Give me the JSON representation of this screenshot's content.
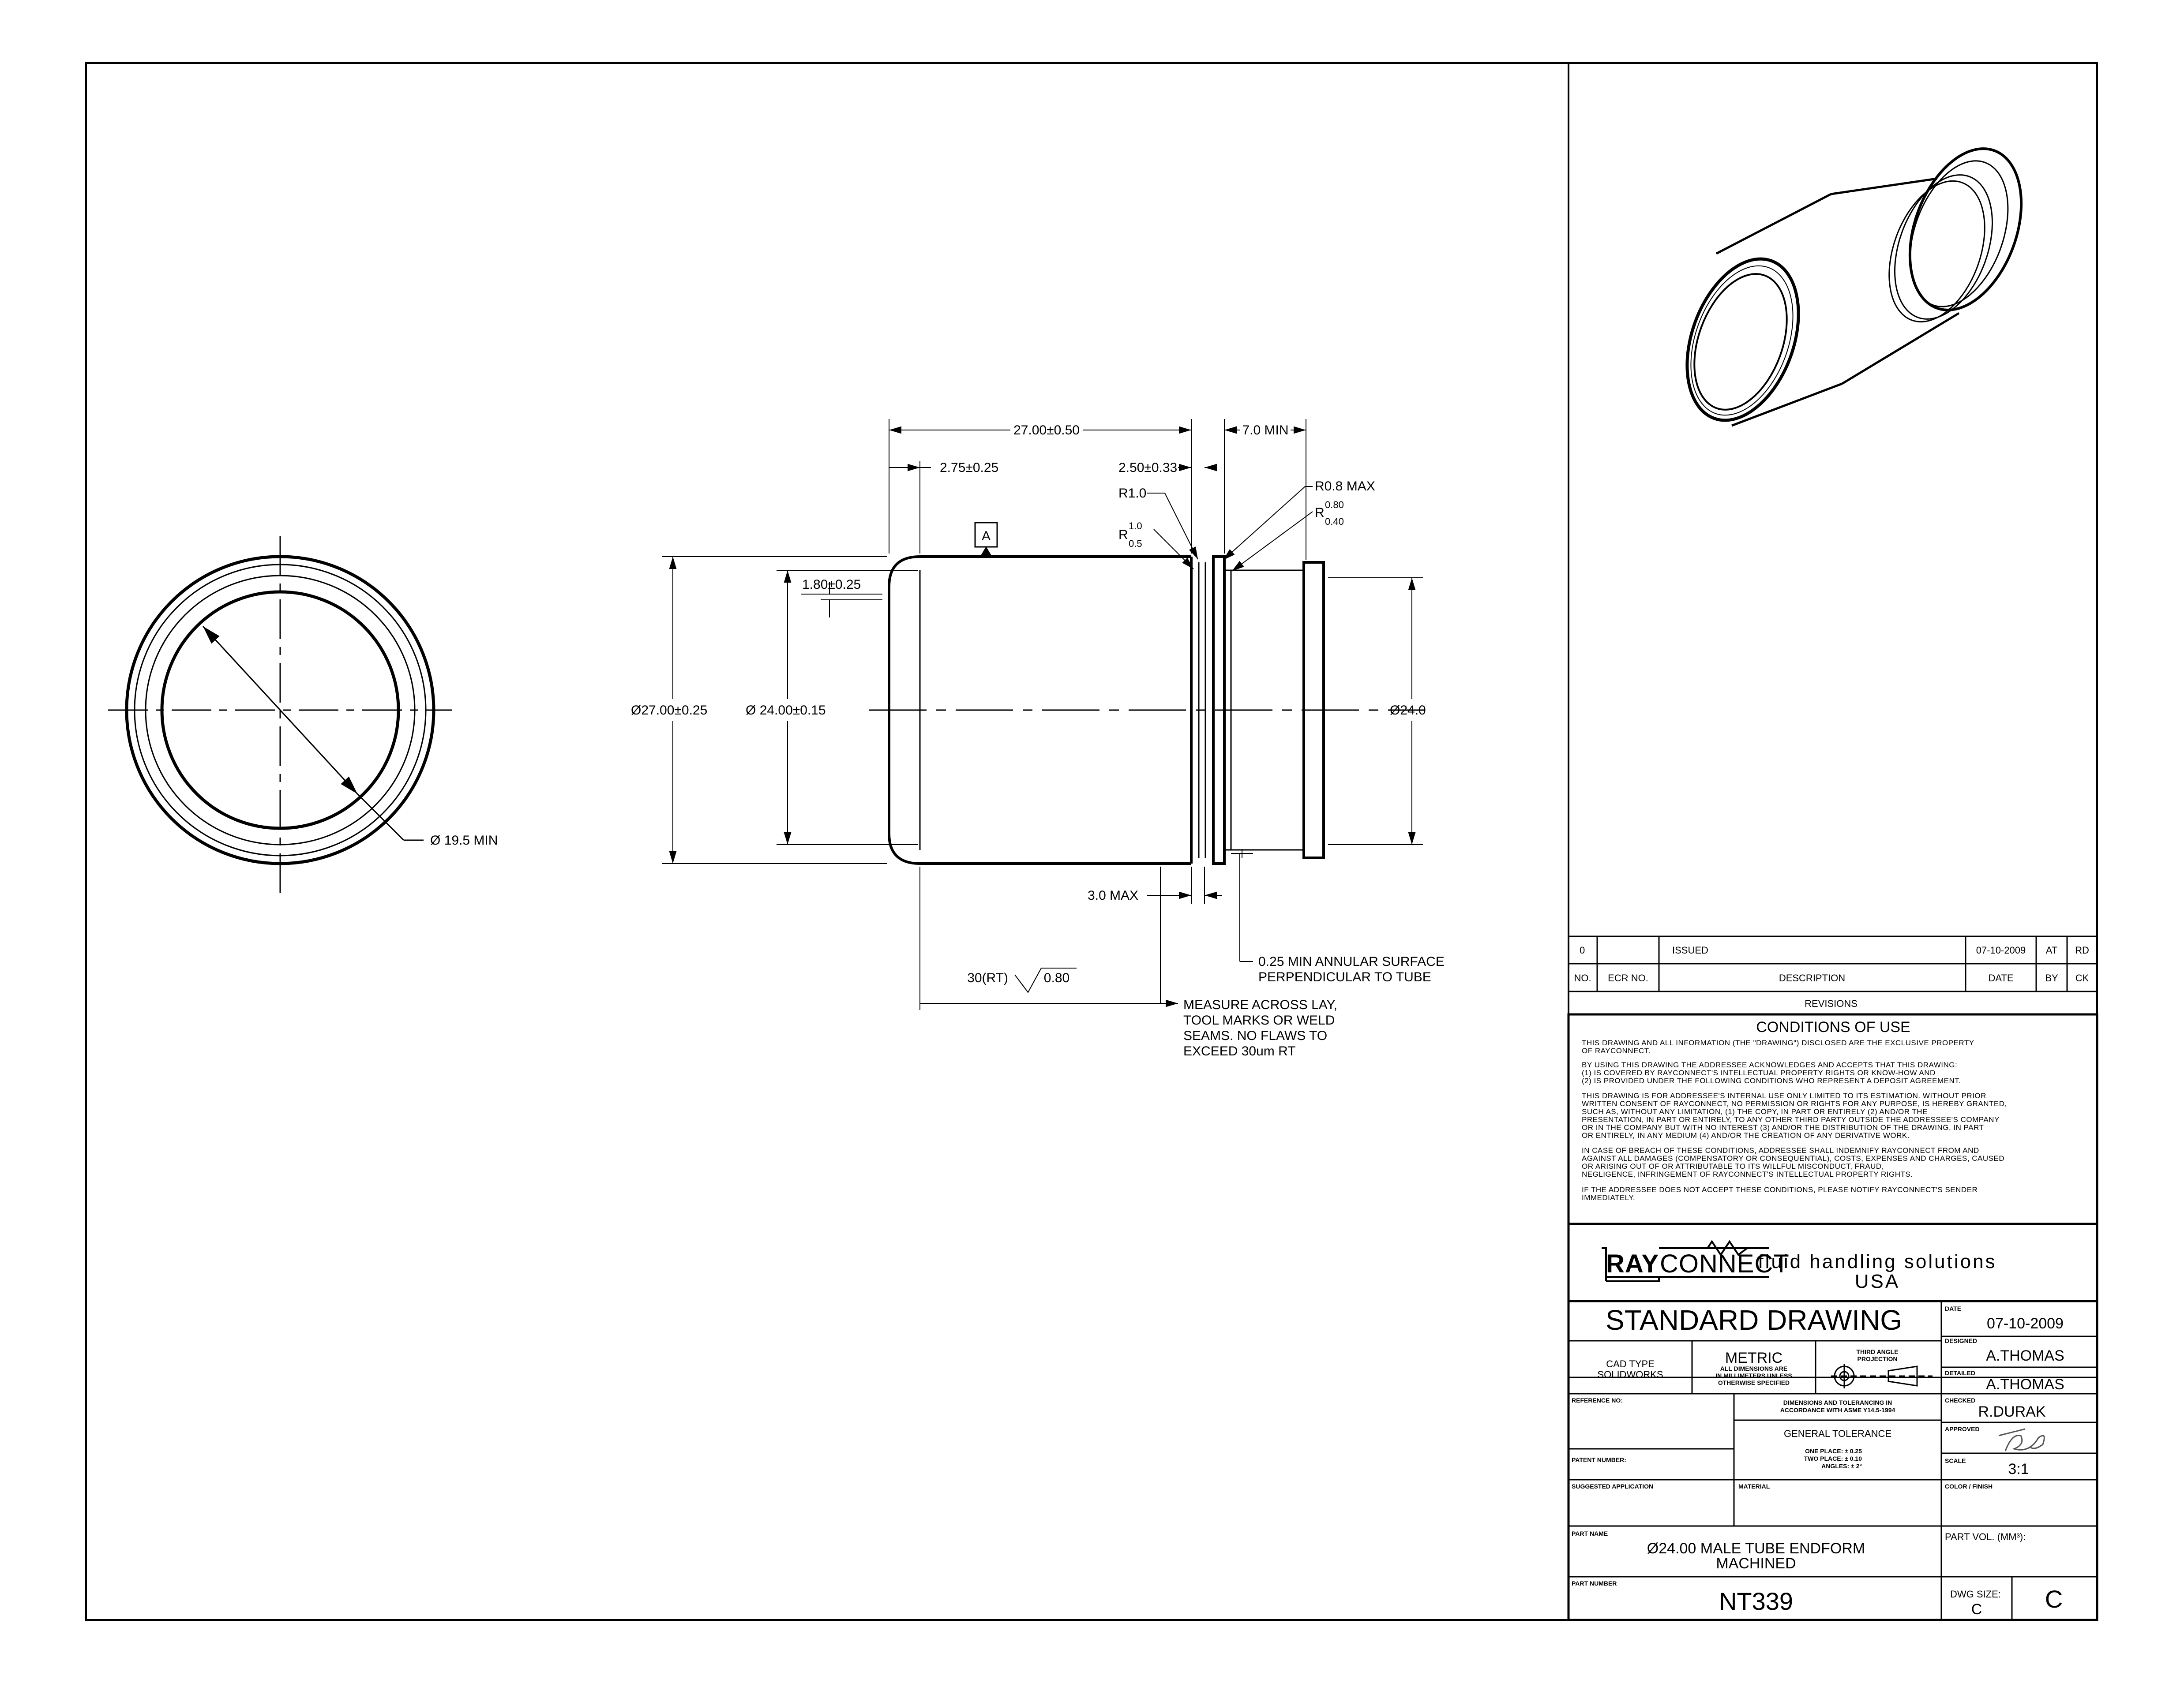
{
  "drawing": {
    "datum": "A",
    "dimensions": {
      "overall_length": "27.00±0.50",
      "flange_thickness": "7.0 MIN",
      "lead_length": "2.75±0.25",
      "groove_pos": "2.50±0.33",
      "radius_1": "R1.0",
      "radius_2_base": "R",
      "radius_2_upper": "1.0",
      "radius_2_lower": "0.5",
      "radius_3": "R0.8 MAX",
      "radius_4_base": "R",
      "radius_4_upper": "0.80",
      "radius_4_lower": "0.40",
      "chamfer": "1.80±0.25",
      "outer_dia": "27.00±0.25",
      "tube_dia": "24.00±0.15",
      "flange_dia": "24.0",
      "bore_dia": "19.5 MIN",
      "max_gap": "3.0 MAX",
      "finish": "30(RT)",
      "finish_value": "0.80",
      "diameter_symbol": "Ø"
    },
    "notes": {
      "annular_1": "0.25 MIN ANNULAR SURFACE",
      "annular_2": "PERPENDICULAR TO TUBE",
      "lay_1": "MEASURE ACROSS LAY,",
      "lay_2": "TOOL MARKS OR WELD",
      "lay_3": "SEAMS. NO FLAWS TO",
      "lay_4": "EXCEED 30um RT"
    }
  },
  "revisions": {
    "row": {
      "no": "0",
      "ecr": "",
      "description": "ISSUED",
      "date": "07-10-2009",
      "by": "AT",
      "ck": "RD"
    },
    "headers": {
      "no": "NO.",
      "ecr": "ECR NO.",
      "description": "DESCRIPTION",
      "date": "DATE",
      "by": "BY",
      "ck": "CK"
    },
    "title": "REVISIONS"
  },
  "conditions": {
    "title": "CONDITIONS OF USE",
    "lines": [
      "THIS DRAWING AND ALL INFORMATION (THE \"DRAWING\") DISCLOSED ARE THE EXCLUSIVE PROPERTY",
      "OF RAYCONNECT.",
      "BY USING THIS DRAWING THE ADDRESSEE ACKNOWLEDGES AND ACCEPTS THAT THIS DRAWING:",
      "(1) IS COVERED BY RAYCONNECT'S INTELLECTUAL PROPERTY RIGHTS OR KNOW-HOW AND",
      "(2) IS PROVIDED UNDER THE FOLLOWING CONDITIONS WHO REPRESENT A DEPOSIT AGREEMENT.",
      "THIS DRAWING IS FOR ADDRESSEE'S INTERNAL USE ONLY LIMITED TO ITS ESTIMATION. WITHOUT PRIOR",
      "WRITTEN CONSENT OF RAYCONNECT, NO PERMISSION OR RIGHTS FOR ANY PURPOSE, IS HEREBY GRANTED,",
      "SUCH AS, WITHOUT ANY LIMITATION, (1) THE COPY, IN PART OR ENTIRELY (2) AND/OR THE",
      "PRESENTATION, IN PART OR ENTIRELY, TO ANY OTHER THIRD PARTY OUTSIDE THE ADDRESSEE'S COMPANY",
      "OR IN THE COMPANY BUT WITH NO INTEREST (3) AND/OR THE DISTRIBUTION OF THE DRAWING, IN PART",
      "OR ENTIRELY, IN ANY MEDIUM (4) AND/OR THE CREATION OF ANY DERIVATIVE WORK.",
      "IN CASE OF BREACH OF THESE CONDITIONS, ADDRESSEE SHALL INDEMNIFY RAYCONNECT FROM AND",
      "AGAINST ALL DAMAGES (COMPENSATORY OR CONSEQUENTIAL), COSTS, EXPENSES AND CHARGES, CAUSED",
      "OR ARISING OUT OF OR ATTRIBUTABLE TO ITS WILLFUL MISCONDUCT, FRAUD,",
      "NEGLIGENCE, INFRINGEMENT OF RAYCONNECT'S INTELLECTUAL PROPERTY RIGHTS.",
      "IF THE ADDRESSEE DOES NOT ACCEPT THESE CONDITIONS, PLEASE NOTIFY RAYCONNECT'S SENDER",
      "IMMEDIATELY."
    ]
  },
  "company": {
    "logo_part1": "RAY",
    "logo_part2": "CONNECT",
    "tagline": "fluid handling solutions",
    "country": "USA"
  },
  "title_block": {
    "title": "STANDARD DRAWING",
    "cad_type_label": "CAD TYPE",
    "cad_type": "SOLIDWORKS",
    "units": "METRIC",
    "units_note_1": "ALL DIMENSIONS ARE",
    "units_note_2": "IN MILLIMETERS UNLESS",
    "units_note_3": "OTHERWISE SPECIFIED",
    "projection_1": "THIRD ANGLE",
    "projection_2": "PROJECTION",
    "reference_label": "REFERENCE NO:",
    "std_1": "DIMENSIONS AND TOLERANCING IN",
    "std_2": "ACCORDANCE WITH ASME Y14.5-1994",
    "tolerance_title": "GENERAL TOLERANCE",
    "tol_1": "ONE PLACE: ±  0.25",
    "tol_2": "TWO PLACE: ± 0.10",
    "tol_3": "ANGLES: ±   2°",
    "patent_label": "PATENT NUMBER:",
    "application_label": "SUGGESTED APPLICATION",
    "material_label": "MATERIAL",
    "date_label": "DATE",
    "date": "07-10-2009",
    "designed_label": "DESIGNED",
    "designed": "A.THOMAS",
    "detailed_label": "DETAILED",
    "detailed": "A.THOMAS",
    "checked_label": "CHECKED",
    "checked": "R.DURAK",
    "approved_label": "APPROVED",
    "approved_sig": "RD",
    "scale_label": "SCALE",
    "scale": "3:1",
    "color_label": "COLOR / FINISH",
    "part_name_label": "PART NAME",
    "part_name_1": "Ø24.00 MALE TUBE ENDFORM",
    "part_name_2": "MACHINED",
    "part_vol_label": "PART VOL. (MM³):",
    "part_number_label": "PART NUMBER",
    "part_number": "NT339",
    "dwg_size_label": "DWG SIZE:",
    "dwg_size_small": "C",
    "dwg_size": "C"
  }
}
